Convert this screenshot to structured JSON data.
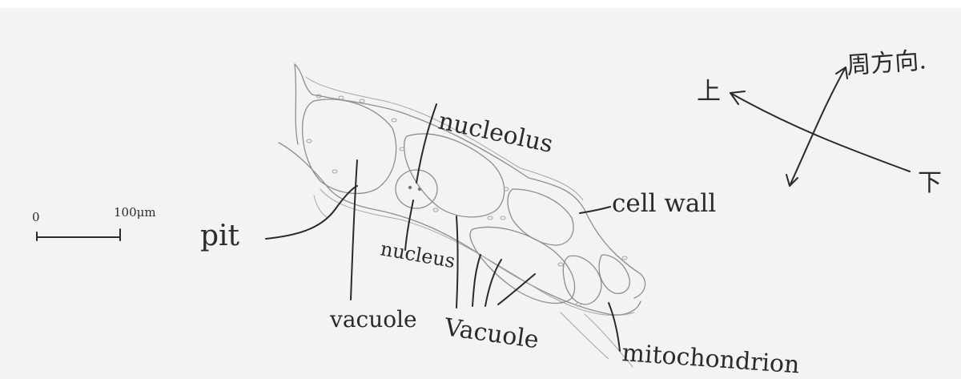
{
  "labels": {
    "nucleolus": "nucleolus",
    "cell_wall": "cell wall",
    "pit": "pit",
    "nucleus": "nucleus",
    "vacuole_left": "vacuole",
    "vacuole_right": "Vacuole",
    "mitochondrion": "mitochondrion"
  },
  "scale_bar": {
    "zero": "0",
    "value": "100μm"
  },
  "orientation": {
    "up": "上",
    "down": "下",
    "circumferential": "周方向."
  }
}
